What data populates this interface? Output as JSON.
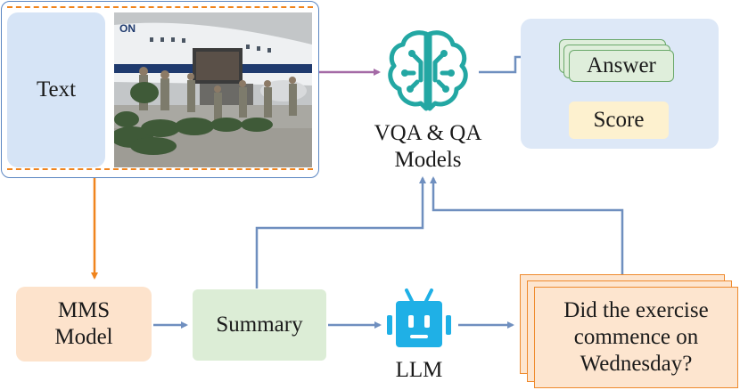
{
  "input": {
    "text_label": "Text",
    "image_alt": "Soldiers unloading green duffel bags from an airplane cargo hold on an airfield"
  },
  "vqa": {
    "title_line1": "VQA & QA",
    "title_line2": "Models",
    "icon": "neural-brain-icon"
  },
  "result": {
    "answer_label": "Answer",
    "score_label": "Score"
  },
  "mms": {
    "line1": "MMS",
    "line2": "Model"
  },
  "summary": {
    "label": "Summary"
  },
  "llm": {
    "label": "LLM",
    "icon": "robot-icon"
  },
  "question": {
    "line1": "Did the exercise",
    "line2": "commence on",
    "line3": "Wednesday?"
  },
  "colors": {
    "input_border": "#5b86c2",
    "input_dash": "#f0841d",
    "text_box": "#d6e4f6",
    "teal": "#23a7a3",
    "result_panel": "#dde8f7",
    "answer_box": "#dfeedb",
    "score_box": "#fdf1cf",
    "mms_box": "#fde3cc",
    "summary_box": "#dcedd6",
    "question_box": "#fde5cf",
    "question_border": "#ef8a2d",
    "arrow_blue": "#6f8fbf",
    "arrow_purple": "#a46aa6",
    "arrow_orange": "#f0841d",
    "llm_icon": "#1fb0e6"
  }
}
